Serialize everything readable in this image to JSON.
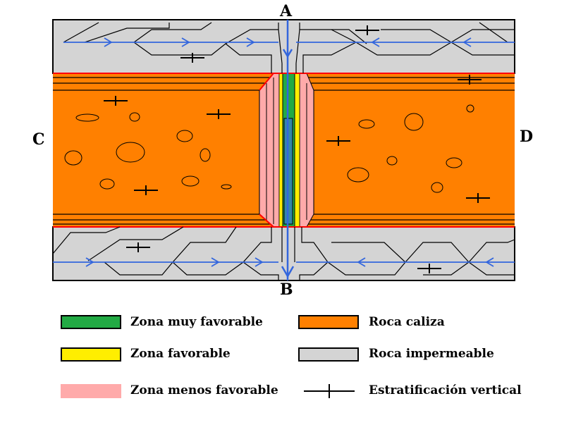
{
  "labels": {
    "top": "A",
    "bottom": "B",
    "left": "C",
    "right": "D"
  },
  "legend": [
    {
      "name": "zona-muy-favorable",
      "label": "Zona muy favorable",
      "color": "#22aa44"
    },
    {
      "name": "zona-favorable",
      "label": "Zona favorable",
      "color": "#ffee00"
    },
    {
      "name": "zona-menos-favorable",
      "label": "Zona menos favorable",
      "color": "#ffaaaa"
    },
    {
      "name": "roca-caliza",
      "label": "Roca caliza",
      "color": "#ff8000"
    },
    {
      "name": "roca-impermeable",
      "label": "Roca impermeable",
      "color": "#d4d4d4"
    },
    {
      "name": "estratificacion-vertical",
      "label": "Estratificación vertical",
      "symbol": "cross-icon"
    }
  ],
  "colors": {
    "flow_arrows": "#3366dd",
    "fault_outline": "#ff0000",
    "core_blue": "#3388aa"
  }
}
